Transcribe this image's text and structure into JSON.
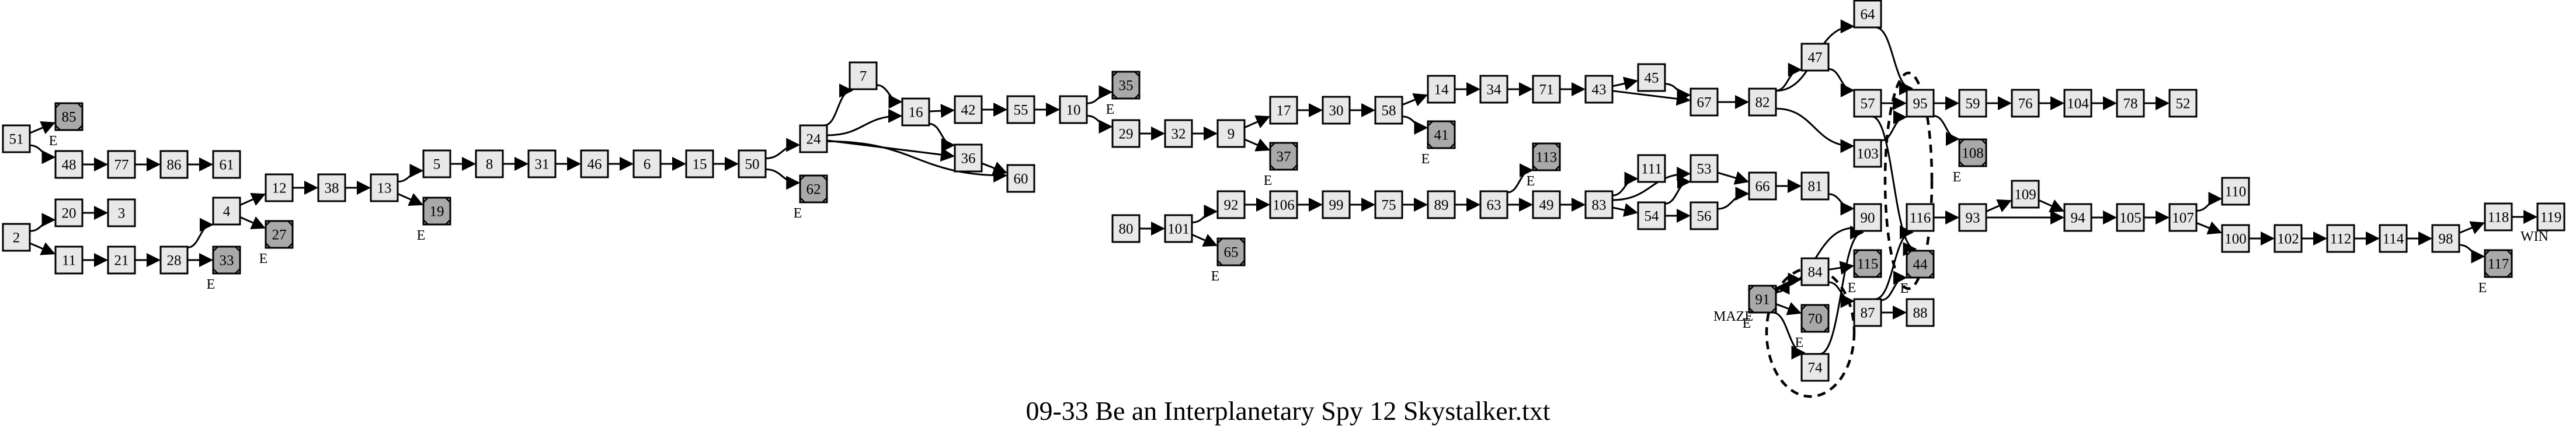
{
  "caption": "09-33 Be an Interplanetary Spy 12 Skystalker.txt",
  "labels": {
    "end": "E",
    "maze": "MAZE",
    "win": "WIN"
  },
  "nodes": [
    {
      "id": "51"
    },
    {
      "id": "85",
      "type": "end"
    },
    {
      "id": "48"
    },
    {
      "id": "77"
    },
    {
      "id": "86"
    },
    {
      "id": "61"
    },
    {
      "id": "2"
    },
    {
      "id": "20"
    },
    {
      "id": "3"
    },
    {
      "id": "11"
    },
    {
      "id": "21"
    },
    {
      "id": "28"
    },
    {
      "id": "33",
      "type": "end"
    },
    {
      "id": "4"
    },
    {
      "id": "27",
      "type": "end"
    },
    {
      "id": "12"
    },
    {
      "id": "38"
    },
    {
      "id": "13"
    },
    {
      "id": "19",
      "type": "end"
    },
    {
      "id": "5"
    },
    {
      "id": "8"
    },
    {
      "id": "31"
    },
    {
      "id": "46"
    },
    {
      "id": "6"
    },
    {
      "id": "15"
    },
    {
      "id": "50"
    },
    {
      "id": "62",
      "type": "end"
    },
    {
      "id": "24"
    },
    {
      "id": "7"
    },
    {
      "id": "16"
    },
    {
      "id": "42"
    },
    {
      "id": "55"
    },
    {
      "id": "10"
    },
    {
      "id": "35",
      "type": "end"
    },
    {
      "id": "29"
    },
    {
      "id": "32"
    },
    {
      "id": "36"
    },
    {
      "id": "60"
    },
    {
      "id": "9"
    },
    {
      "id": "37",
      "type": "end"
    },
    {
      "id": "17"
    },
    {
      "id": "30"
    },
    {
      "id": "58"
    },
    {
      "id": "41",
      "type": "end"
    },
    {
      "id": "14"
    },
    {
      "id": "34"
    },
    {
      "id": "71"
    },
    {
      "id": "43"
    },
    {
      "id": "45"
    },
    {
      "id": "67"
    },
    {
      "id": "82"
    },
    {
      "id": "47"
    },
    {
      "id": "64"
    },
    {
      "id": "57"
    },
    {
      "id": "103"
    },
    {
      "id": "95"
    },
    {
      "id": "108",
      "type": "end"
    },
    {
      "id": "59"
    },
    {
      "id": "76"
    },
    {
      "id": "104"
    },
    {
      "id": "78"
    },
    {
      "id": "52"
    },
    {
      "id": "80"
    },
    {
      "id": "101"
    },
    {
      "id": "92"
    },
    {
      "id": "65",
      "type": "end"
    },
    {
      "id": "106"
    },
    {
      "id": "99"
    },
    {
      "id": "75"
    },
    {
      "id": "89"
    },
    {
      "id": "63"
    },
    {
      "id": "113",
      "type": "end"
    },
    {
      "id": "49"
    },
    {
      "id": "83"
    },
    {
      "id": "111"
    },
    {
      "id": "53"
    },
    {
      "id": "54"
    },
    {
      "id": "56"
    },
    {
      "id": "66"
    },
    {
      "id": "81"
    },
    {
      "id": "90"
    },
    {
      "id": "116"
    },
    {
      "id": "93"
    },
    {
      "id": "109"
    },
    {
      "id": "94"
    },
    {
      "id": "105"
    },
    {
      "id": "107"
    },
    {
      "id": "110"
    },
    {
      "id": "100"
    },
    {
      "id": "102"
    },
    {
      "id": "112"
    },
    {
      "id": "114"
    },
    {
      "id": "98"
    },
    {
      "id": "118"
    },
    {
      "id": "119",
      "type": "win"
    },
    {
      "id": "117",
      "type": "end"
    },
    {
      "id": "91",
      "type": "end"
    },
    {
      "id": "84"
    },
    {
      "id": "115",
      "type": "end"
    },
    {
      "id": "70",
      "type": "end"
    },
    {
      "id": "74"
    },
    {
      "id": "87"
    },
    {
      "id": "44",
      "type": "end"
    },
    {
      "id": "88"
    }
  ],
  "edges": [
    [
      "51",
      "85"
    ],
    [
      "51",
      "48"
    ],
    [
      "48",
      "77"
    ],
    [
      "77",
      "86"
    ],
    [
      "86",
      "61"
    ],
    [
      "2",
      "20"
    ],
    [
      "20",
      "3"
    ],
    [
      "2",
      "11"
    ],
    [
      "11",
      "21"
    ],
    [
      "21",
      "28"
    ],
    [
      "28",
      "33"
    ],
    [
      "28",
      "4"
    ],
    [
      "4",
      "27"
    ],
    [
      "4",
      "12"
    ],
    [
      "12",
      "38"
    ],
    [
      "38",
      "13"
    ],
    [
      "13",
      "19"
    ],
    [
      "13",
      "5"
    ],
    [
      "5",
      "8"
    ],
    [
      "8",
      "31"
    ],
    [
      "31",
      "46"
    ],
    [
      "46",
      "6"
    ],
    [
      "6",
      "15"
    ],
    [
      "15",
      "50"
    ],
    [
      "50",
      "62"
    ],
    [
      "50",
      "24"
    ],
    [
      "24",
      "7"
    ],
    [
      "24",
      "16"
    ],
    [
      "24",
      "36"
    ],
    [
      "24",
      "60"
    ],
    [
      "7",
      "16"
    ],
    [
      "16",
      "42"
    ],
    [
      "16",
      "36"
    ],
    [
      "42",
      "55"
    ],
    [
      "55",
      "10"
    ],
    [
      "10",
      "35"
    ],
    [
      "10",
      "29"
    ],
    [
      "36",
      "60"
    ],
    [
      "29",
      "32"
    ],
    [
      "32",
      "9"
    ],
    [
      "9",
      "37"
    ],
    [
      "9",
      "17"
    ],
    [
      "17",
      "30"
    ],
    [
      "30",
      "58"
    ],
    [
      "58",
      "41"
    ],
    [
      "58",
      "14"
    ],
    [
      "14",
      "34"
    ],
    [
      "34",
      "71"
    ],
    [
      "71",
      "43"
    ],
    [
      "43",
      "45"
    ],
    [
      "43",
      "67"
    ],
    [
      "45",
      "67"
    ],
    [
      "67",
      "82"
    ],
    [
      "82",
      "47"
    ],
    [
      "82",
      "64"
    ],
    [
      "82",
      "103"
    ],
    [
      "47",
      "57"
    ],
    [
      "64",
      "95"
    ],
    [
      "57",
      "95"
    ],
    [
      "103",
      "95"
    ],
    [
      "95",
      "108"
    ],
    [
      "95",
      "59"
    ],
    [
      "59",
      "76"
    ],
    [
      "76",
      "104"
    ],
    [
      "104",
      "78"
    ],
    [
      "78",
      "52"
    ],
    [
      "80",
      "101"
    ],
    [
      "101",
      "92"
    ],
    [
      "101",
      "65"
    ],
    [
      "92",
      "106"
    ],
    [
      "106",
      "99"
    ],
    [
      "99",
      "75"
    ],
    [
      "75",
      "89"
    ],
    [
      "89",
      "63"
    ],
    [
      "63",
      "113"
    ],
    [
      "63",
      "49"
    ],
    [
      "49",
      "83"
    ],
    [
      "83",
      "111"
    ],
    [
      "83",
      "53"
    ],
    [
      "83",
      "54"
    ],
    [
      "53",
      "66"
    ],
    [
      "54",
      "53"
    ],
    [
      "54",
      "56"
    ],
    [
      "56",
      "66"
    ],
    [
      "66",
      "81"
    ],
    [
      "81",
      "90"
    ],
    [
      "90",
      "91"
    ],
    [
      "91",
      "84"
    ],
    [
      "91",
      "70"
    ],
    [
      "91",
      "74"
    ],
    [
      "84",
      "115"
    ],
    [
      "84",
      "87"
    ],
    [
      "74",
      "90"
    ],
    [
      "87",
      "44"
    ],
    [
      "87",
      "88"
    ],
    [
      "87",
      "116"
    ],
    [
      "116",
      "93"
    ],
    [
      "93",
      "109"
    ],
    [
      "93",
      "94"
    ],
    [
      "109",
      "94"
    ],
    [
      "94",
      "105"
    ],
    [
      "105",
      "107"
    ],
    [
      "107",
      "110"
    ],
    [
      "107",
      "100"
    ],
    [
      "100",
      "102"
    ],
    [
      "102",
      "112"
    ],
    [
      "112",
      "114"
    ],
    [
      "114",
      "98"
    ],
    [
      "98",
      "118"
    ],
    [
      "98",
      "117"
    ],
    [
      "118",
      "119"
    ],
    [
      "57",
      "44"
    ]
  ]
}
